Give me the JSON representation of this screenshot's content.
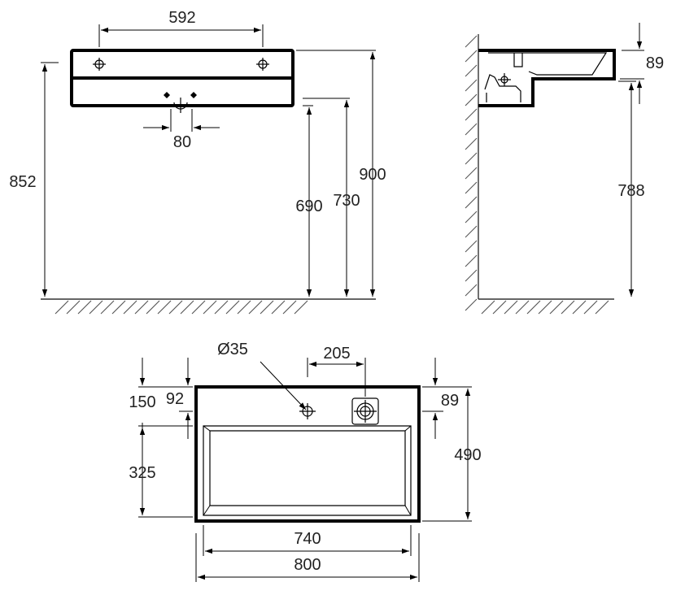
{
  "drawing": {
    "line_color": "#000000",
    "front_view": {
      "tap_hole_spacing": "592",
      "waste_spacing": "80",
      "top_height": "900",
      "overflow_height": "852",
      "underside_height": "730",
      "waste_height": "690"
    },
    "side_view": {
      "rim_thickness": "89",
      "underside_height": "788"
    },
    "plan_view": {
      "tap_hole_diameter": "Ø35",
      "tap_to_waste": "205",
      "back_to_tap_hole": "92",
      "back_to_bowl": "150",
      "back_to_waste": "89",
      "bowl_depth": "325",
      "overall_depth": "490",
      "bowl_width": "740",
      "overall_width": "800"
    }
  }
}
